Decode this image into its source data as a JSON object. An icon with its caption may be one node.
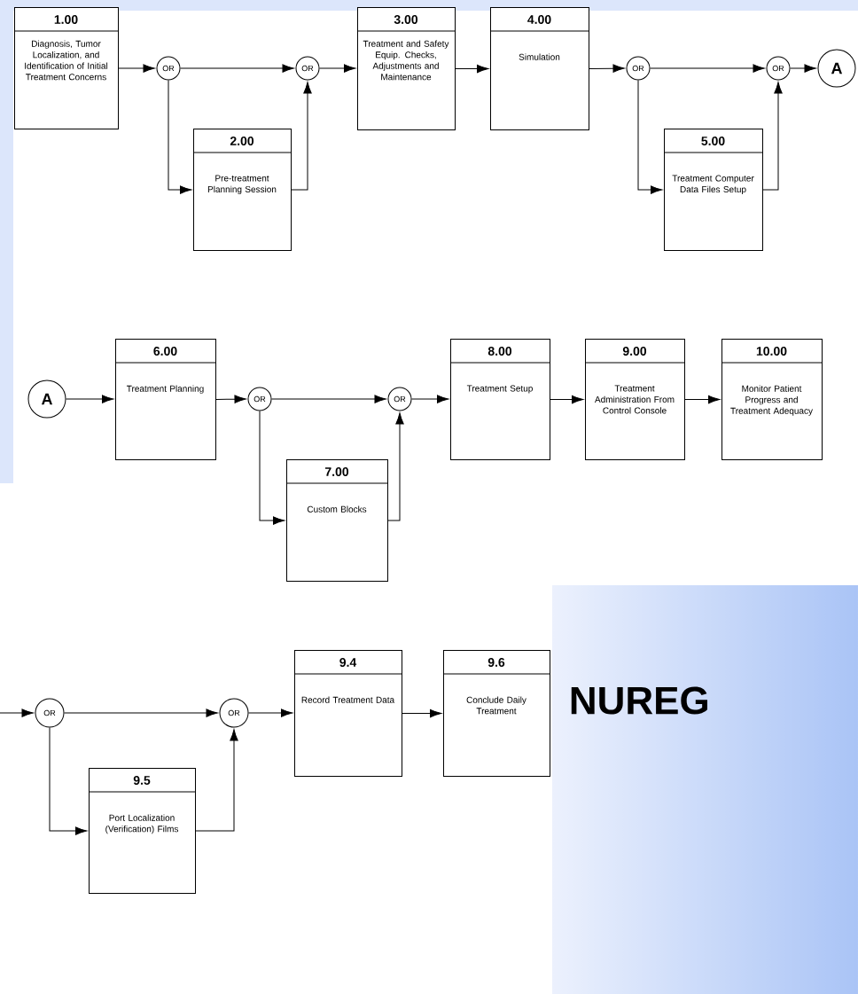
{
  "diagram": {
    "nodes": [
      {
        "text": [
          "1.00",
          "Diagnosis, Tumor Localization, and Identification of Initial Treatment Concerns"
        ]
      },
      {
        "text": [
          "OR"
        ]
      },
      {
        "text": [
          "2.00",
          "Pre-treatment Planning Session"
        ]
      },
      {
        "text": [
          "OR"
        ]
      },
      {
        "text": [
          "3.00",
          "Treatment and Safety Equip. Checks, Adjustments and Maintenance"
        ]
      },
      {
        "text": [
          "4.00",
          "Simulation"
        ]
      },
      {
        "text": [
          "OR"
        ]
      },
      {
        "text": [
          "5.00",
          "Treatment Computer Data Files Setup"
        ]
      },
      {
        "text": [
          "OR"
        ]
      },
      {
        "text": [
          "A"
        ]
      },
      {
        "text": [
          "A"
        ]
      },
      {
        "text": [
          "6.00",
          "Treatment Planning"
        ]
      },
      {
        "text": [
          "OR"
        ]
      },
      {
        "text": [
          "7.00",
          "Custom Blocks"
        ]
      },
      {
        "text": [
          "OR"
        ]
      },
      {
        "text": [
          "8.00",
          "Treatment Setup"
        ]
      },
      {
        "text": [
          "9.00",
          "Treatment Administration From Control Console"
        ]
      },
      {
        "text": [
          "10.00",
          "Monitor Patient Progress and Treatment Adequacy"
        ]
      },
      {
        "text": [
          "OR"
        ]
      },
      {
        "text": [
          "9.5",
          "Port Localization (Verification) Films"
        ]
      },
      {
        "text": [
          "OR"
        ]
      },
      {
        "text": [
          "9.4",
          "Record Treatment Data"
        ]
      },
      {
        "text": [
          "9.6",
          "Conclude Daily Treatment"
        ]
      }
    ],
    "edges": [
      {
        "from": 0,
        "to": 1,
        "arrow": "to"
      },
      {
        "from": 1,
        "to": 3,
        "arrow": "to"
      },
      {
        "from": 1,
        "to": 2,
        "arrow": "to"
      },
      {
        "from": 2,
        "to": 3,
        "arrow": "to"
      },
      {
        "from": 3,
        "to": 4,
        "arrow": "to"
      },
      {
        "from": 4,
        "to": 5,
        "arrow": "to"
      },
      {
        "from": 5,
        "to": 6,
        "arrow": "to"
      },
      {
        "from": 6,
        "to": 8,
        "arrow": "to"
      },
      {
        "from": 6,
        "to": 7,
        "arrow": "to"
      },
      {
        "from": 7,
        "to": 8,
        "arrow": "to"
      },
      {
        "from": 8,
        "to": 9,
        "arrow": "to"
      },
      {
        "from": 10,
        "to": 11,
        "arrow": "to"
      },
      {
        "from": 11,
        "to": 12,
        "arrow": "to"
      },
      {
        "from": 12,
        "to": 14,
        "arrow": "to"
      },
      {
        "from": 12,
        "to": 13,
        "arrow": "to"
      },
      {
        "from": 13,
        "to": 14,
        "arrow": "to"
      },
      {
        "from": 14,
        "to": 15,
        "arrow": "to"
      },
      {
        "from": 15,
        "to": 16,
        "arrow": "to"
      },
      {
        "from": 16,
        "to": 17,
        "arrow": "to"
      },
      {
        "from": null,
        "to": 18,
        "arrow": "to"
      },
      {
        "from": 18,
        "to": 20,
        "arrow": "to"
      },
      {
        "from": 18,
        "to": 19,
        "arrow": "to"
      },
      {
        "from": 19,
        "to": 20,
        "arrow": "to"
      },
      {
        "from": 20,
        "to": 21,
        "arrow": "to"
      },
      {
        "from": 21,
        "to": 22,
        "arrow": "to"
      }
    ],
    "labels": [
      "NUREG"
    ]
  }
}
